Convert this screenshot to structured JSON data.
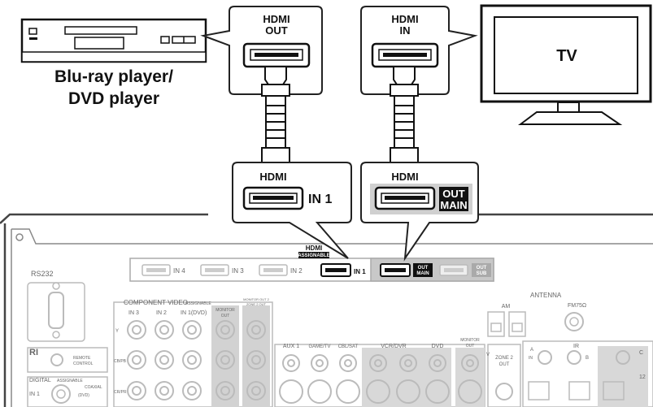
{
  "devices": {
    "player_label_line1": "Blu-ray player/",
    "player_label_line2": "DVD player",
    "tv_label": "TV"
  },
  "callouts": {
    "player_hdmi_line1": "HDMI",
    "player_hdmi_line2": "OUT",
    "tv_hdmi_line1": "HDMI",
    "tv_hdmi_line2": "IN",
    "receiver_in_title": "HDMI",
    "receiver_in_label": "IN 1",
    "receiver_out_title": "HDMI",
    "receiver_out_badge_line1": "OUT",
    "receiver_out_badge_line2": "MAIN"
  },
  "receiver": {
    "hdmi_title": "HDMI",
    "hdmi_assignable": "ASSIGNABLE",
    "hdmi_ports": [
      "IN 4",
      "IN 3",
      "IN 2",
      "IN 1"
    ],
    "hdmi_out_main_1": "OUT",
    "hdmi_out_main_2": "MAIN",
    "hdmi_out_sub_1": "OUT",
    "hdmi_out_sub_2": "SUB",
    "rs232": "RS232",
    "component_video": "COMPONENT VIDEO",
    "component_assignable": "ASSIGNABLE",
    "comp_in3": "IN 3",
    "comp_in2": "IN 2",
    "comp_in1": "IN 1(DVD)",
    "monitor_out": "MONITOR",
    "monitor_out2": "OUT",
    "monitor_out2_zone": "MONITOR OUT 2",
    "monitor_out2_zone2": "ZONE 2 OUT",
    "y": "Y",
    "cb": "CB/PB",
    "cr": "CR/PR",
    "ri": "RI",
    "remote1": "REMOTE",
    "remote2": "CONTROL",
    "digital": "DIGITAL",
    "digital_assignable": "ASSIGNABLE",
    "coaxial": "COAXIAL",
    "dig_in1": "IN 1",
    "dvd_small": "(DVD)",
    "aux1": "AUX 1",
    "game_tv": "GAME/TV",
    "cbl_sat": "CBL/SAT",
    "vcr_dvr": "VCR/DVR",
    "dvd": "DVD",
    "mon_out_a": "MONITOR",
    "mon_out_b": "OUT",
    "v": "V",
    "zone2a": "ZONE 2",
    "zone2b": "OUT",
    "antenna": "ANTENNA",
    "am": "AM",
    "fm": "FM75Ω",
    "ir": "IR",
    "ir_a": "A",
    "ir_in": "IN",
    "ir_b": "B",
    "num12": "12",
    "c": "C"
  }
}
